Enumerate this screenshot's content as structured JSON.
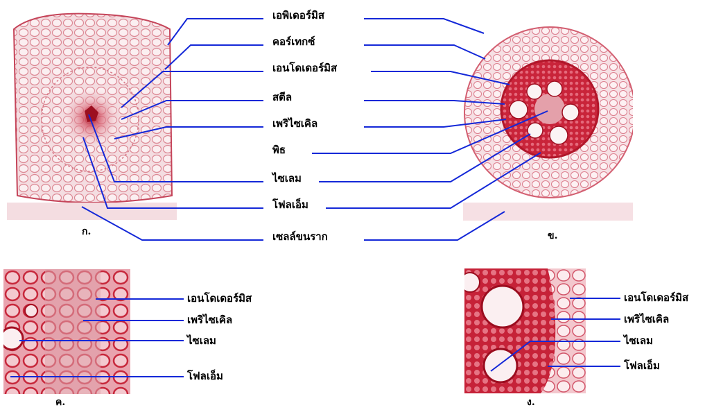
{
  "center_labels": {
    "epidermis": "เอพิเดอร์มิส",
    "cortex": "คอร์เทกซ์",
    "endodermis": "เอนโดเดอร์มิส",
    "stele": "สตีล",
    "pericycle": "เพริไซเคิล",
    "pith": "พิธ",
    "xylem": "ไซเลม",
    "phloem": "โฟลเอ็ม",
    "root_hair": "เซลล์ขนราก"
  },
  "panel_letters": {
    "a": "ก.",
    "b": "ข.",
    "c": "ค.",
    "d": "ง."
  },
  "panel_c_labels": {
    "endodermis": "เอนโดเดอร์มิส",
    "pericycle": "เพริไซเคิล",
    "xylem": "ไซเลม",
    "phloem": "โฟลเอ็ม"
  },
  "panel_d_labels": {
    "endodermis": "เอนโดเดอร์มิส",
    "pericycle": "เพริไซเคิล",
    "xylem": "ไซเลม",
    "phloem": "โฟลเอ็ม"
  },
  "colors": {
    "leader_line": "#1428d8",
    "tissue_light": "#f3d7dc",
    "tissue_mid": "#e58d9a",
    "tissue_dark": "#c81f33"
  }
}
